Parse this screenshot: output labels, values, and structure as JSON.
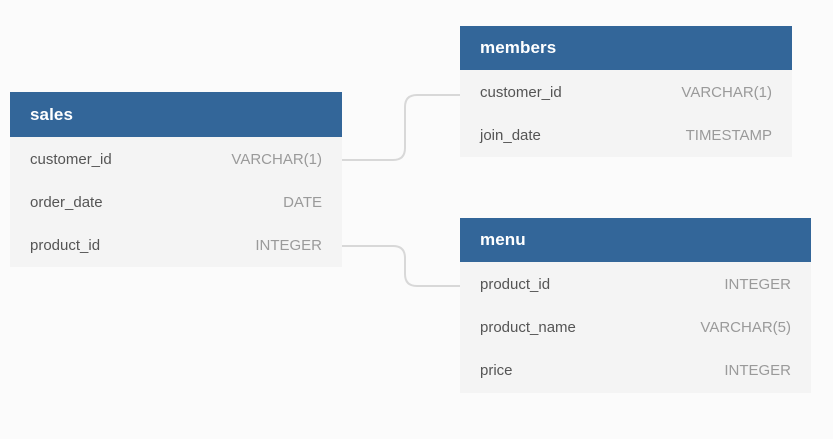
{
  "diagram": {
    "type": "entity-relationship-diagram",
    "background_color": "#fbfbfb",
    "header_color": "#336699",
    "row_color": "#f4f4f4",
    "connector_color": "#d8d8d8",
    "entities": [
      {
        "name": "sales",
        "columns": [
          {
            "name": "customer_id",
            "type": "VARCHAR(1)"
          },
          {
            "name": "order_date",
            "type": "DATE"
          },
          {
            "name": "product_id",
            "type": "INTEGER"
          }
        ]
      },
      {
        "name": "members",
        "columns": [
          {
            "name": "customer_id",
            "type": "VARCHAR(1)"
          },
          {
            "name": "join_date",
            "type": "TIMESTAMP"
          }
        ]
      },
      {
        "name": "menu",
        "columns": [
          {
            "name": "product_id",
            "type": "INTEGER"
          },
          {
            "name": "product_name",
            "type": "VARCHAR(5)"
          },
          {
            "name": "price",
            "type": "INTEGER"
          }
        ]
      }
    ],
    "relationships": [
      {
        "from": "sales.customer_id",
        "to": "members.customer_id"
      },
      {
        "from": "sales.product_id",
        "to": "menu.product_id"
      }
    ]
  }
}
